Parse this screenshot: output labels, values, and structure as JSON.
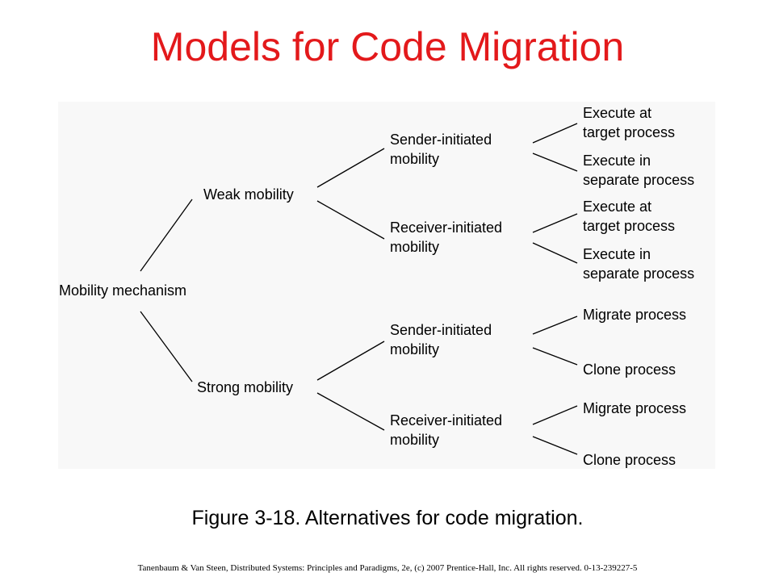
{
  "title": "Models for Code Migration",
  "diagram": {
    "root": "Mobility mechanism",
    "weak": "Weak mobility",
    "strong": "Strong mobility",
    "weak_sender": [
      "Sender-initiated",
      "mobility"
    ],
    "weak_receiver": [
      "Receiver-initiated",
      "mobility"
    ],
    "strong_sender": [
      "Sender-initiated",
      "mobility"
    ],
    "strong_receiver": [
      "Receiver-initiated",
      "mobility"
    ],
    "ws_leaf1": [
      "Execute at",
      "target process"
    ],
    "ws_leaf2": [
      "Execute in",
      "separate process"
    ],
    "wr_leaf1": [
      "Execute at",
      "target process"
    ],
    "wr_leaf2": [
      "Execute in",
      "separate process"
    ],
    "ss_leaf1": "Migrate process",
    "ss_leaf2": "Clone process",
    "sr_leaf1": "Migrate process",
    "sr_leaf2": "Clone process"
  },
  "caption": "Figure 3-18. Alternatives for code migration.",
  "footer": "Tanenbaum & Van Steen, Distributed Systems: Principles and Paradigms, 2e, (c) 2007 Prentice-Hall, Inc. All rights reserved. 0-13-239227-5"
}
